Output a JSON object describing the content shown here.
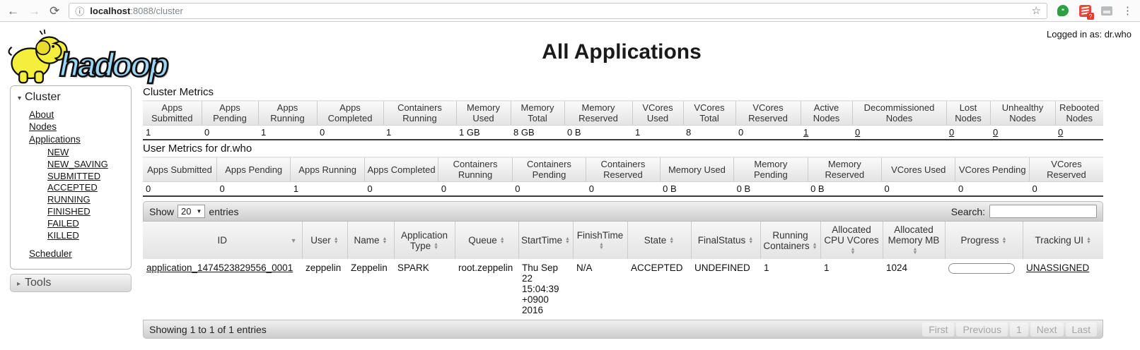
{
  "icons": {
    "back": "←",
    "forward": "→",
    "reload": "⟳",
    "info": "ⓘ",
    "star": "☆",
    "menu": "⋮",
    "badge": "?",
    "quote": "❝",
    "expanded": "▾",
    "collapsed": "▸",
    "dropdown": "▼",
    "sort_up": "▲",
    "sort_down": "▼",
    "sort_desc": "▼"
  },
  "browser": {
    "url_host": "localhost",
    "url_rest": ":8088/cluster"
  },
  "header": {
    "logged_in_label": "Logged in as: dr.who",
    "logo_text": "hadoop",
    "page_title": "All Applications"
  },
  "sidebar": {
    "cluster_label": "Cluster",
    "links": [
      "About",
      "Nodes",
      "Applications"
    ],
    "states": [
      "NEW",
      "NEW_SAVING",
      "SUBMITTED",
      "ACCEPTED",
      "RUNNING",
      "FINISHED",
      "FAILED",
      "KILLED"
    ],
    "scheduler_label": "Scheduler",
    "tools_label": "Tools"
  },
  "cluster_metrics": {
    "title": "Cluster Metrics",
    "columns": [
      "Apps Submitted",
      "Apps Pending",
      "Apps Running",
      "Apps Completed",
      "Containers Running",
      "Memory Used",
      "Memory Total",
      "Memory Reserved",
      "VCores Used",
      "VCores Total",
      "VCores Reserved",
      "Active Nodes",
      "Decommissioned Nodes",
      "Lost Nodes",
      "Unhealthy Nodes",
      "Rebooted Nodes"
    ],
    "values": [
      "1",
      "0",
      "1",
      "0",
      "1",
      "1 GB",
      "8 GB",
      "0 B",
      "1",
      "8",
      "0",
      "1",
      "0",
      "0",
      "0",
      "0"
    ]
  },
  "user_metrics": {
    "title": "User Metrics for dr.who",
    "columns": [
      "Apps Submitted",
      "Apps Pending",
      "Apps Running",
      "Apps Completed",
      "Containers Running",
      "Containers Pending",
      "Containers Reserved",
      "Memory Used",
      "Memory Pending",
      "Memory Reserved",
      "VCores Used",
      "VCores Pending",
      "VCores Reserved"
    ],
    "values": [
      "0",
      "0",
      "1",
      "0",
      "0",
      "0",
      "0",
      "0 B",
      "0 B",
      "0 B",
      "0",
      "0",
      "0"
    ]
  },
  "apps_table": {
    "toolbar": {
      "show_label": "Show",
      "show_value": "20",
      "entries_label": "entries",
      "search_label": "Search:"
    },
    "columns": [
      "ID",
      "User",
      "Name",
      "Application Type",
      "Queue",
      "StartTime",
      "FinishTime",
      "State",
      "FinalStatus",
      "Running Containers",
      "Allocated CPU VCores",
      "Allocated Memory MB",
      "Progress",
      "Tracking UI"
    ],
    "row": {
      "id": "application_1474523829556_0001",
      "user": "zeppelin",
      "name": "Zeppelin",
      "application_type": "SPARK",
      "queue": "root.zeppelin",
      "start_time": "Thu Sep 22 15:04:39 +0900 2016",
      "finish_time": "N/A",
      "state": "ACCEPTED",
      "final_status": "UNDEFINED",
      "running_containers": "1",
      "allocated_cpu_vcores": "1",
      "allocated_memory_mb": "1024",
      "progress_percent": 0,
      "tracking_ui": "UNASSIGNED"
    },
    "footer": {
      "info": "Showing 1 to 1 of 1 entries",
      "pagination": [
        "First",
        "Previous",
        "1",
        "Next",
        "Last"
      ]
    }
  },
  "colors": {
    "logo_blue": "#9ed7f5",
    "toolbar_gray": "#d9d9d9"
  }
}
